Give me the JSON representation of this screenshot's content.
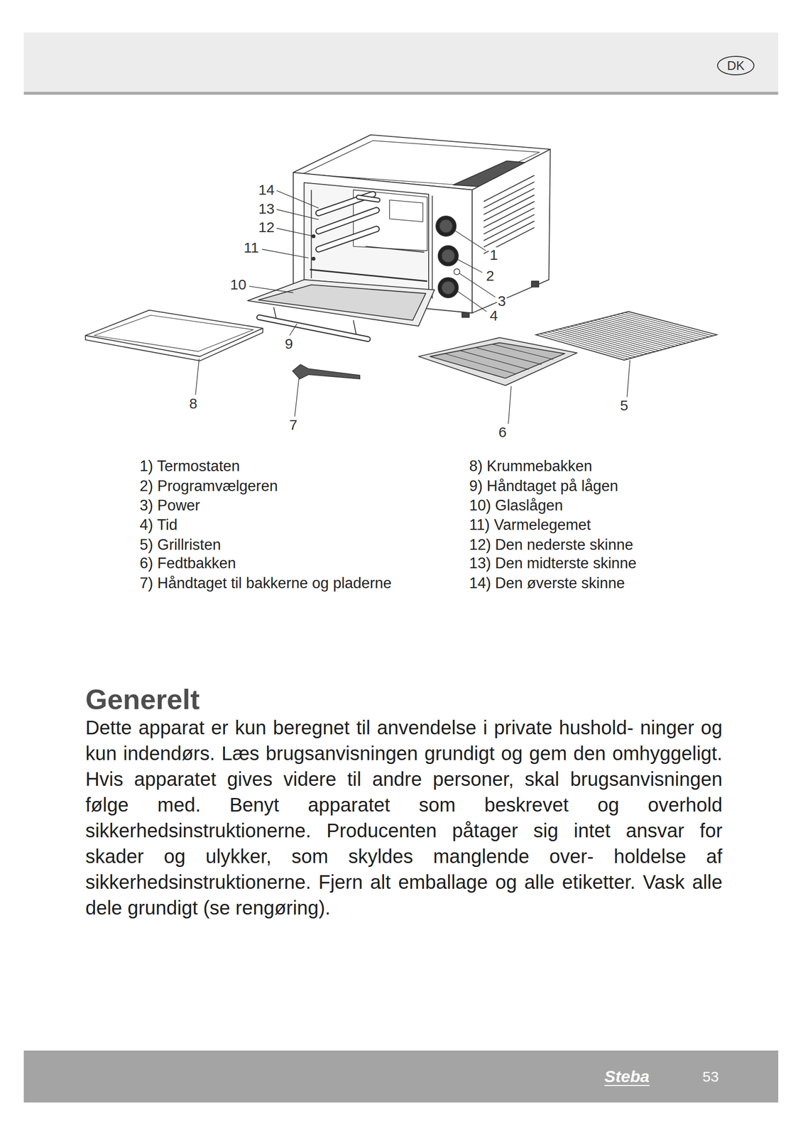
{
  "diagram": {
    "title": "Generelt",
    "nodes": [
      {
        "text": [
          "DK"
        ]
      },
      {
        "text": [
          "Steba",
          "53"
        ]
      }
    ],
    "labels": [
      "14",
      "13",
      "12",
      "11",
      "10",
      "1",
      "2",
      "3",
      "4",
      "9",
      "8",
      "7",
      "6",
      "5",
      "1) Termostaten",
      "2) Programvælgeren",
      "3) Power",
      "4) Tid",
      "5) Grillristen",
      "6) Fedtbakken",
      "7) Håndtaget til bakkerne og pladerne",
      "8) Krummebakken",
      "9) Håndtaget på lågen",
      "10) Glaslågen",
      "11) Varmelegemet",
      "12) Den nederste skinne",
      "13) Den midterste skinne",
      "14) Den øverste skinne",
      "Dette apparat er kun beregnet til anvendelse i private hushold- ninger og kun indendørs. Læs brugsanvisningen grundigt og gem den omhyggeligt. Hvis apparatet gives videre til andre personer, skal brugsanvisningen følge med. Benyt apparatet som beskrevet og overhold sikkerhedsinstruktionerne. Producenten påtager sig intet ansvar for skader og ulykker, som skyldes manglende over- holdelse af sikkerhedsinstruktionerne. Fjern alt emballage og alle etiketter. Vask alle dele grundigt (se rengøring)."
    ]
  }
}
